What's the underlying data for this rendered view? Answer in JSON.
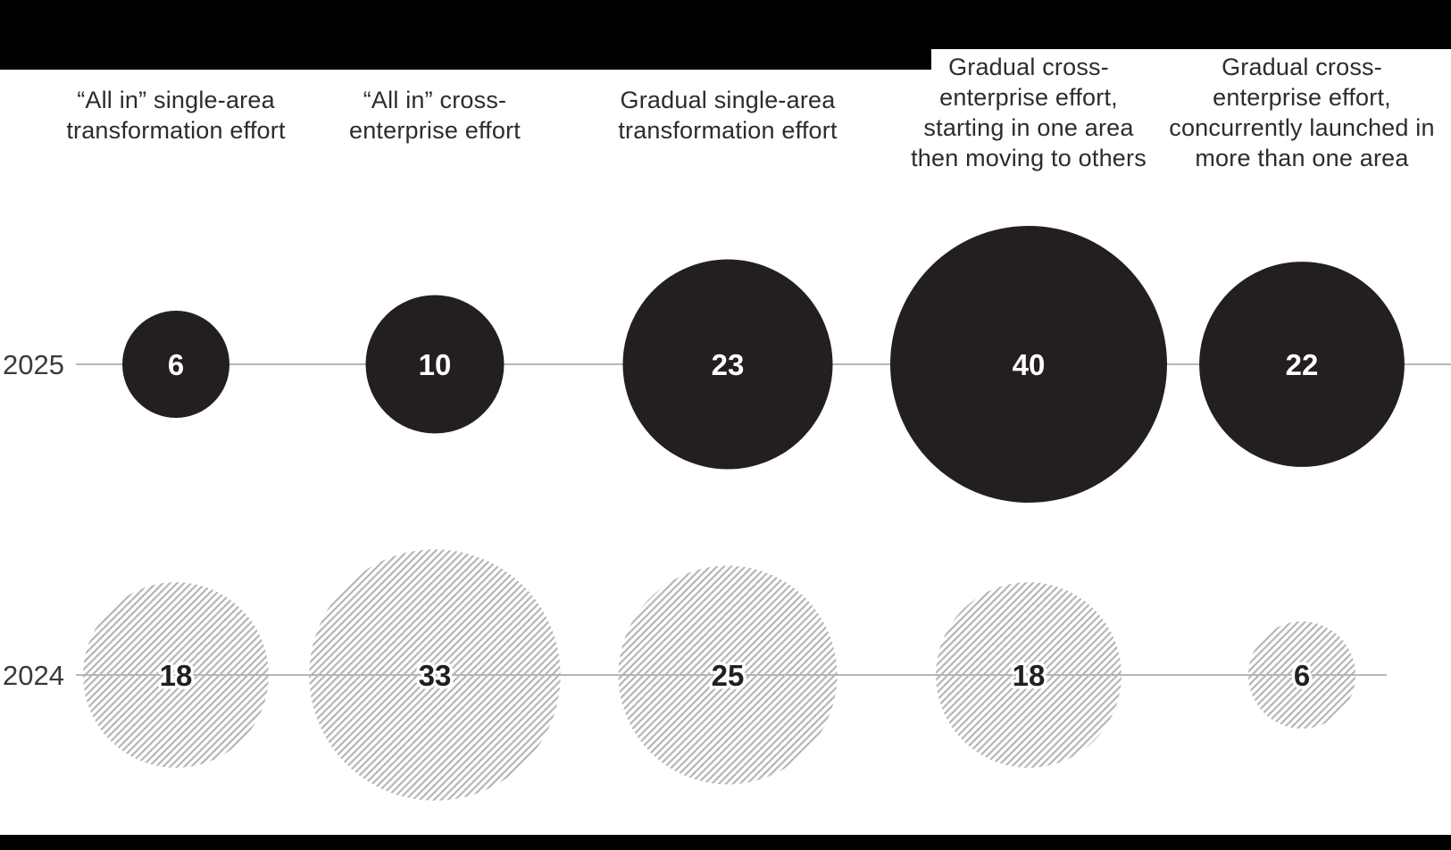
{
  "chart_data": {
    "type": "bubble",
    "title": "",
    "categories": [
      "“All in” single-area transformation effort",
      "“All in” cross-enterprise effort",
      "Gradual single-area transformation effort",
      "Gradual cross-enterprise effort, starting in one area then moving to others",
      "Gradual cross-enterprise effort, concurrently launched in more than one area"
    ],
    "series": [
      {
        "name": "2025",
        "style": "solid-dark",
        "values": [
          6,
          10,
          23,
          40,
          22
        ]
      },
      {
        "name": "2024",
        "style": "hatched",
        "values": [
          18,
          33,
          25,
          18,
          6
        ]
      }
    ],
    "value_unit": "%",
    "grid": false,
    "legend_position": "none"
  },
  "styles": {
    "background": "#000000",
    "panel": "#ffffff",
    "bubble_2025_fill": "#231f20",
    "bubble_2025_number": "#ffffff",
    "bubble_2024_hatch": "#b5b2b0",
    "bubble_2024_number": "#231f20",
    "bubble_2024_number_halo": "#ffffff",
    "header_text": "#2e2b2c",
    "row_label_text": "#3a3a3a",
    "connector_line": "#8c8c8c"
  }
}
